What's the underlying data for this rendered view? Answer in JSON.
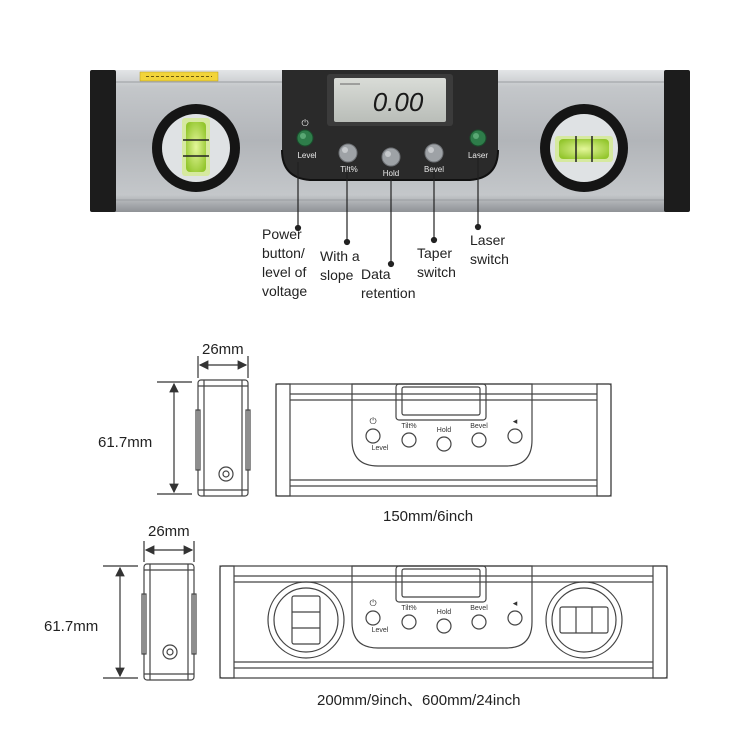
{
  "device": {
    "display_reading": "0.00",
    "buttons": {
      "power_level": "Level",
      "tilt": "Tilt%",
      "hold": "Hold",
      "bevel": "Bevel",
      "laser": "Laser"
    },
    "colors": {
      "body_silver": "#b9bcc0",
      "end_cap": "#1c1c1c",
      "panel": "#2a2a2a",
      "lcd": "#c9ccc8",
      "button_grey": "#9ea2a6",
      "button_green": "#2e7d4a",
      "vial_green": "#b6e24c"
    }
  },
  "callouts": [
    {
      "id": "power",
      "text": "Power\nbutton/\nlevel of\nvoltage"
    },
    {
      "id": "tilt",
      "text": "With a\nslope"
    },
    {
      "id": "hold",
      "text": "Data\nretention"
    },
    {
      "id": "bevel",
      "text": "Taper\nswitch"
    },
    {
      "id": "laser",
      "text": "Laser\nswitch"
    }
  ],
  "drawing_labels": {
    "small_button_tilt": "Tilt%",
    "small_button_hold": "Hold",
    "small_button_bevel": "Bevel",
    "small_button_level": "Level"
  },
  "dimensions": {
    "width_a": "26mm",
    "height_a": "61.7mm",
    "caption_a": "150mm/6inch",
    "width_b": "26mm",
    "height_b": "61.7mm",
    "caption_b": "200mm/9inch、600mm/24inch"
  }
}
